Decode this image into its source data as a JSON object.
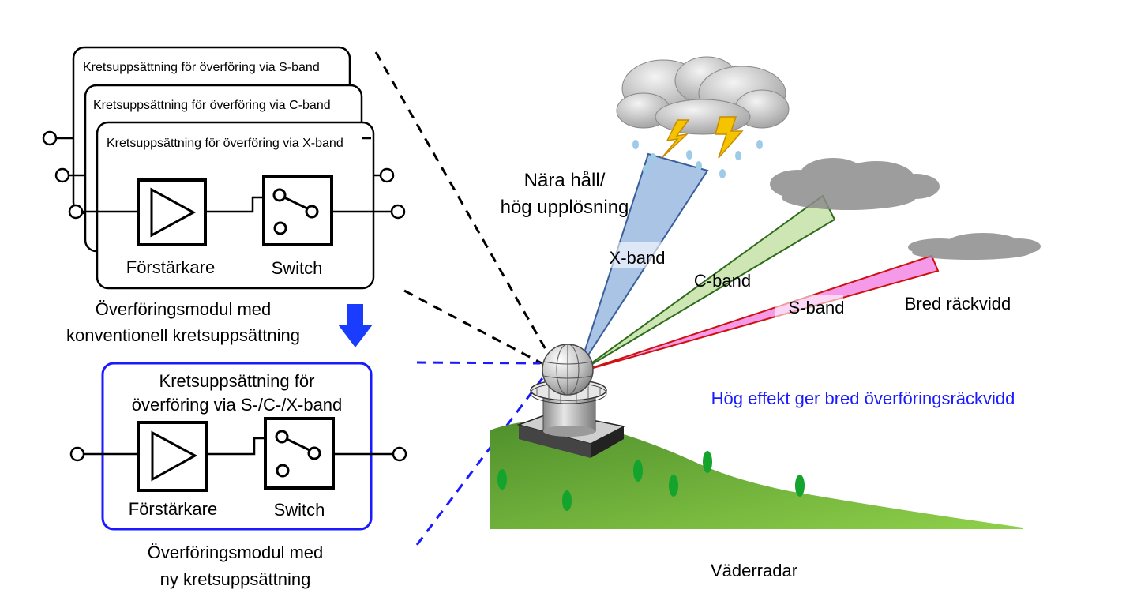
{
  "legacy_module": {
    "card_s": "Kretsuppsättning för överföring via S-band",
    "card_c": "Kretsuppsättning för överföring via C-band",
    "card_x": "Kretsuppsättning för överföring via X-band",
    "amp_label": "Förstärkare",
    "switch_label": "Switch",
    "caption_line1": "Överföringsmodul med",
    "caption_line2": "konventionell kretsuppsättning"
  },
  "new_module": {
    "title_line1": "Kretsuppsättning för",
    "title_line2": "överföring via S-/C-/X-band",
    "amp_label": "Förstärkare",
    "switch_label": "Switch",
    "caption_line1": "Överföringsmodul med",
    "caption_line2": "ny kretsuppsättning"
  },
  "radar_scene": {
    "near_line1": "Nära håll/",
    "near_line2": "hög upplösning",
    "x_band": "X-band",
    "c_band": "C-band",
    "s_band": "S-band",
    "wide_range": "Bred räckvidd",
    "high_power": "Hög effekt ger bred överföringsräckvidd",
    "radar_label": "Väderradar"
  },
  "colors": {
    "x_beam": "#aac4e6",
    "c_beam": "#cde6b4",
    "s_beam": "#f59ae8",
    "accent_blue": "#1a1aff",
    "hill": "#6aab3a"
  }
}
